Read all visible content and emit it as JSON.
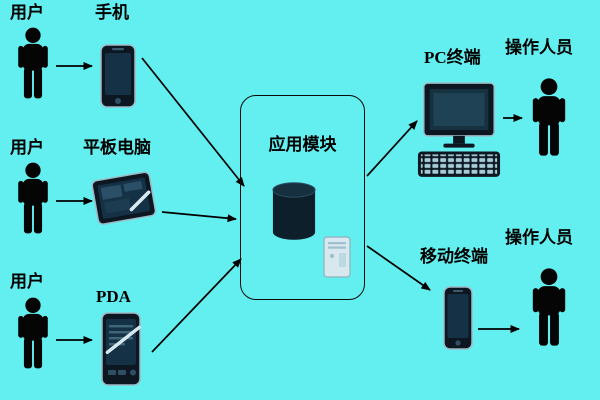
{
  "colors": {
    "background": "#63efef",
    "text": "#000000",
    "arrow": "#000000"
  },
  "nodes": {
    "user1": {
      "label": "用户"
    },
    "user2": {
      "label": "用户"
    },
    "user3": {
      "label": "用户"
    },
    "phone": {
      "label": "手机"
    },
    "tablet": {
      "label": "平板电脑"
    },
    "pda": {
      "label": "PDA"
    },
    "app_module": {
      "label": "应用模块"
    },
    "pc_terminal": {
      "label": "PC终端"
    },
    "mobile_terminal": {
      "label": "移动终端"
    },
    "operator1": {
      "label": "操作人员"
    },
    "operator2": {
      "label": "操作人员"
    }
  },
  "edges": [
    {
      "from": "user1",
      "to": "phone"
    },
    {
      "from": "user2",
      "to": "tablet"
    },
    {
      "from": "user3",
      "to": "pda"
    },
    {
      "from": "phone",
      "to": "app_module"
    },
    {
      "from": "tablet",
      "to": "app_module"
    },
    {
      "from": "pda",
      "to": "app_module"
    },
    {
      "from": "app_module",
      "to": "pc_terminal"
    },
    {
      "from": "app_module",
      "to": "mobile_terminal"
    },
    {
      "from": "pc_terminal",
      "to": "operator1"
    },
    {
      "from": "mobile_terminal",
      "to": "operator2"
    }
  ]
}
